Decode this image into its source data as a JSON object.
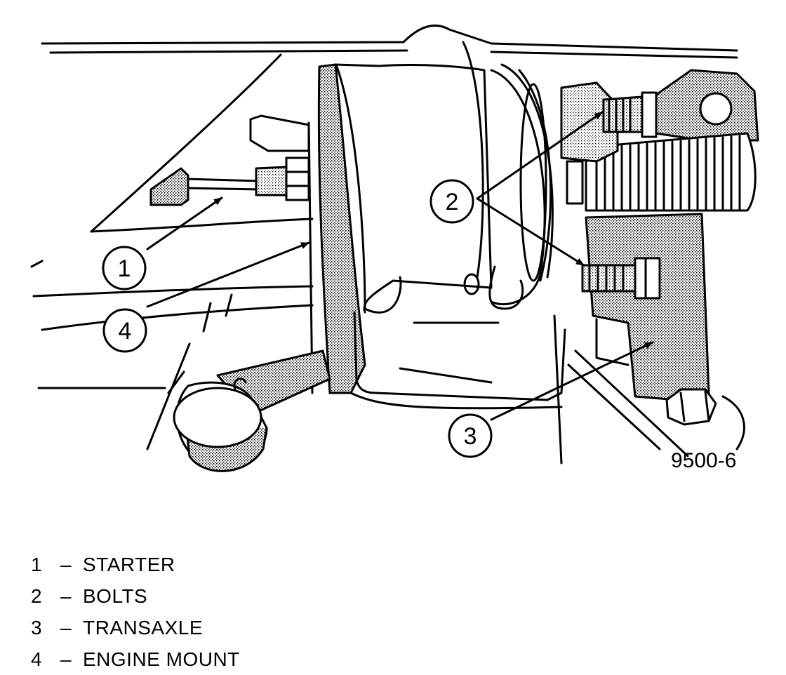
{
  "figure_id": "9500-6",
  "callouts": [
    {
      "number": "1",
      "label": "STARTER"
    },
    {
      "number": "2",
      "label": "BOLTS"
    },
    {
      "number": "3",
      "label": "TRANSAXLE"
    },
    {
      "number": "4",
      "label": "ENGINE MOUNT"
    }
  ],
  "legend_separator": "–",
  "colors": {
    "ink": "#000000",
    "paper": "#ffffff",
    "stipple": "#888888"
  }
}
